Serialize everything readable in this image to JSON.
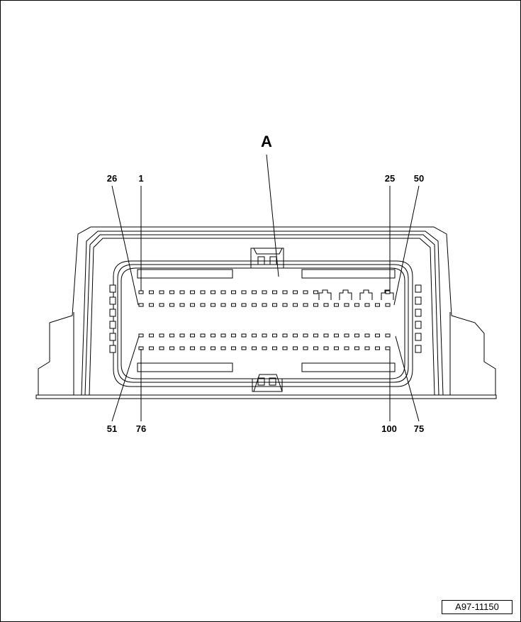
{
  "diagram": {
    "connector_label": "A",
    "pin_labels": {
      "p26": "26",
      "p1": "1",
      "p25": "25",
      "p50": "50",
      "p51": "51",
      "p76": "76",
      "p100": "100",
      "p75": "75"
    },
    "figure_id": "A97-11150",
    "pin_rows": [
      {
        "name": "row-1-25",
        "pins": 25
      },
      {
        "name": "row-26-50",
        "pins": 25
      },
      {
        "name": "row-51-75",
        "pins": 25
      },
      {
        "name": "row-76-100",
        "pins": 25
      }
    ]
  }
}
